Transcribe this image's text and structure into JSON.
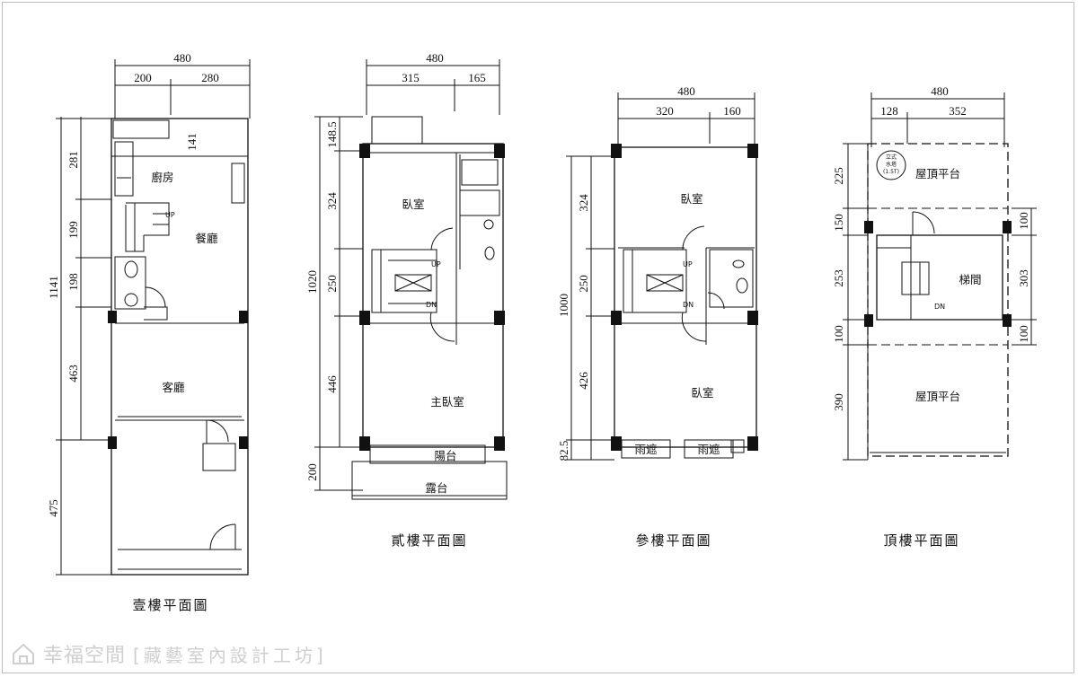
{
  "plans": {
    "floor1": {
      "caption": "壹樓平面圖",
      "top_total": "480",
      "top_a": "200",
      "top_b": "280",
      "detail": "141",
      "left_total": "1141",
      "left_1": "281",
      "left_2": "199",
      "left_3": "198",
      "left_4": "463",
      "left_5": "475",
      "kitchen": "廚房",
      "dining": "餐廳",
      "living": "客廳",
      "up": "UP"
    },
    "floor2": {
      "caption": "貳樓平面圖",
      "top_total": "480",
      "top_a": "315",
      "top_b": "165",
      "left_total": "1020",
      "left_1": "148.5",
      "left_2": "324",
      "left_3": "250",
      "left_4": "446",
      "left_5": "200",
      "bedroom": "臥室",
      "master": "主臥室",
      "balcony": "陽台",
      "terrace": "露台",
      "up": "UP",
      "dn": "DN"
    },
    "floor3": {
      "caption": "參樓平面圖",
      "top_total": "480",
      "top_a": "320",
      "top_b": "160",
      "left_total": "1000",
      "left_1": "324",
      "left_2": "250",
      "left_3": "426",
      "left_4": "82.5",
      "bedroom_top": "臥室",
      "bedroom_bottom": "臥室",
      "canopy_1": "雨遮",
      "canopy_2": "雨遮",
      "up": "UP",
      "dn": "DN"
    },
    "roof": {
      "caption": "頂樓平面圖",
      "top_total": "480",
      "top_a": "128",
      "top_b": "352",
      "left_1": "225",
      "left_2": "150",
      "left_3": "253",
      "left_4": "100",
      "left_5": "390",
      "right_1": "100",
      "right_2": "303",
      "right_3": "100",
      "terrace_top": "屋頂平台",
      "stair": "梯間",
      "terrace_bottom": "屋頂平台",
      "dn": "DN",
      "tank_1": "立式",
      "tank_2": "水塔",
      "tank_3": "(1.5T)"
    }
  },
  "watermark": {
    "brand": "幸福空間",
    "sub": "[藏藝室內設計工坊]"
  }
}
